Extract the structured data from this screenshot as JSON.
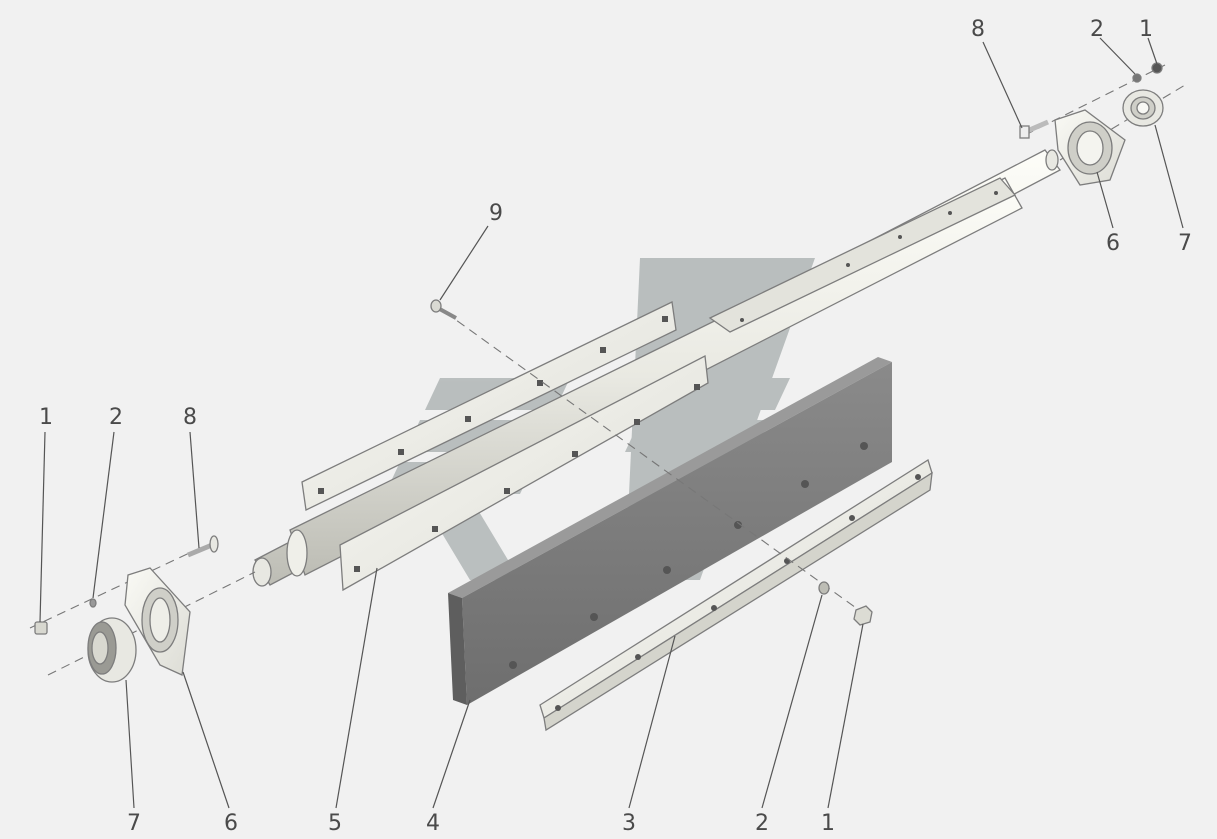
{
  "figure": {
    "type": "exploded-assembly-diagram",
    "background": "#f1f1f1",
    "watermark": {
      "present": true,
      "color": "#9aa3a3"
    }
  },
  "callouts": [
    {
      "id": "c1-left",
      "label": "1"
    },
    {
      "id": "c2-left",
      "label": "2"
    },
    {
      "id": "c8-left",
      "label": "8"
    },
    {
      "id": "c7-left",
      "label": "7"
    },
    {
      "id": "c6-left",
      "label": "6"
    },
    {
      "id": "c5",
      "label": "5"
    },
    {
      "id": "c4",
      "label": "4"
    },
    {
      "id": "c3",
      "label": "3"
    },
    {
      "id": "c2-bottom",
      "label": "2"
    },
    {
      "id": "c1-bottom",
      "label": "1"
    },
    {
      "id": "c9",
      "label": "9"
    },
    {
      "id": "c8-right",
      "label": "8"
    },
    {
      "id": "c2-right",
      "label": "2"
    },
    {
      "id": "c1-right",
      "label": "1"
    },
    {
      "id": "c6-right",
      "label": "6"
    },
    {
      "id": "c7-right",
      "label": "7"
    }
  ]
}
